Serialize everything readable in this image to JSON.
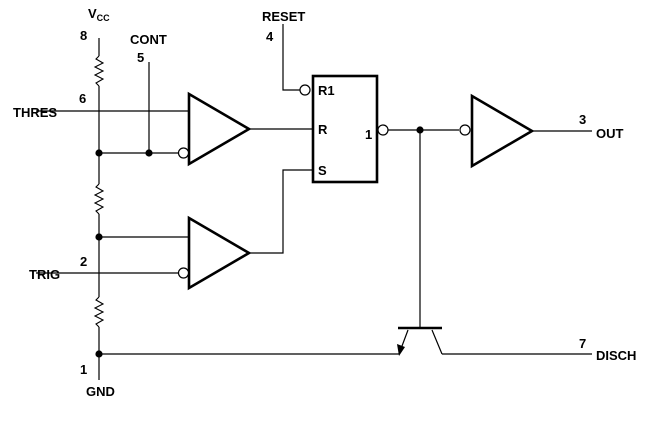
{
  "pins": {
    "vcc": {
      "name": "V",
      "sub": "CC",
      "num": "8"
    },
    "cont": {
      "name": "CONT",
      "num": "5"
    },
    "thres": {
      "name": "THRES",
      "num": "6"
    },
    "trig": {
      "name": "TRIG",
      "num": "2"
    },
    "gnd": {
      "name": "GND",
      "num": "1"
    },
    "reset": {
      "name": "RESET",
      "num": "4"
    },
    "out": {
      "name": "OUT",
      "num": "3"
    },
    "disch": {
      "name": "DISCH",
      "num": "7"
    }
  },
  "flipflop": {
    "r1": "R1",
    "r": "R",
    "s": "S",
    "q_num": "1"
  }
}
